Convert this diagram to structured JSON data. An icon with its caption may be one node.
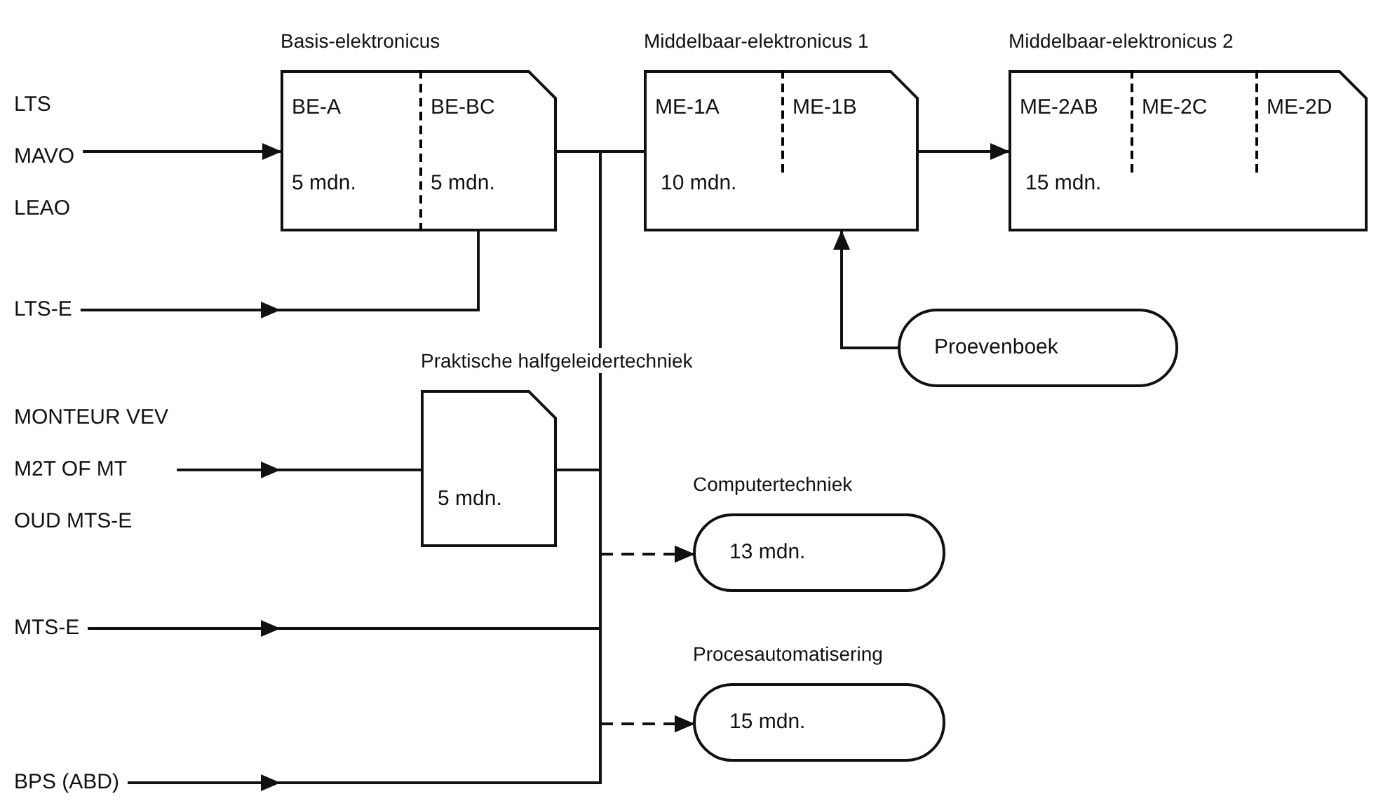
{
  "diagram": {
    "nodes": [
      {
        "text": [
          "LTS",
          "MAVO",
          "LEAO"
        ]
      },
      {
        "text": [],
        "beside": [
          "Basis-elektronicus"
        ],
        "shape": "box"
      },
      {
        "text": [
          "BE-A",
          "5 mdn."
        ],
        "in": 1
      },
      {
        "text": [
          "BE-BC",
          "5 mdn."
        ],
        "in": 1
      },
      {
        "text": [
          "10 mdn."
        ],
        "beside": [
          "Middelbaar-elektronicus 1"
        ]
      },
      {
        "text": [
          "ME-1A"
        ],
        "in": 4
      },
      {
        "text": [
          "ME-1B"
        ],
        "in": 4
      },
      {
        "text": [
          "15 mdn."
        ],
        "beside": [
          "Middelbaar-elektronicus 2"
        ]
      },
      {
        "text": [
          "ME-2AB"
        ],
        "in": 7
      },
      {
        "text": [
          "ME-2C"
        ],
        "in": 7
      },
      {
        "text": [
          "ME-2D"
        ],
        "in": 7
      },
      {
        "text": [
          "LTS-E"
        ]
      },
      {
        "text": [
          "Proevenboek"
        ]
      },
      {
        "text": [
          "MONTEUR VEV",
          "M2T OF MT",
          "OUD MTS-E"
        ]
      },
      {
        "text": [
          "5 mdn."
        ],
        "beside": [
          "Praktische halfgeleidertechniek"
        ]
      },
      {
        "text": [
          "MTS-E"
        ]
      },
      {
        "text": [
          "BPS (ABD)"
        ]
      },
      {
        "text": [
          "13 mdn."
        ],
        "beside": [
          "Computertechniek"
        ]
      },
      {
        "text": [
          "15 mdn."
        ],
        "beside": [
          "Procesautomatisering"
        ]
      }
    ],
    "edges": [
      {
        "from": 0,
        "to": 1,
        "arrow": "to"
      },
      {
        "from": 11,
        "to": 3,
        "arrow": "to"
      },
      {
        "from": 1,
        "to": 4,
        "arrow": "none"
      },
      {
        "from": 13,
        "to": 14,
        "arrow": "to"
      },
      {
        "from": 14,
        "to": 4,
        "arrow": "none"
      },
      {
        "from": 15,
        "to": 4,
        "arrow": "to"
      },
      {
        "from": 16,
        "to": 4,
        "arrow": "to"
      },
      {
        "from": 4,
        "to": 7,
        "arrow": "to"
      },
      {
        "from": 12,
        "to": 6,
        "arrow": "to"
      },
      {
        "from": 1,
        "to": 17,
        "arrow": "to",
        "style": "dashed"
      },
      {
        "from": 14,
        "to": 17,
        "arrow": "to",
        "style": "dashed"
      },
      {
        "from": 15,
        "to": 17,
        "arrow": "to",
        "style": "dashed"
      },
      {
        "from": 16,
        "to": 17,
        "arrow": "to",
        "style": "dashed"
      },
      {
        "from": 1,
        "to": 18,
        "arrow": "to",
        "style": "dashed"
      },
      {
        "from": 14,
        "to": 18,
        "arrow": "to",
        "style": "dashed"
      },
      {
        "from": 15,
        "to": 18,
        "arrow": "to",
        "style": "dashed"
      },
      {
        "from": 16,
        "to": 18,
        "arrow": "to",
        "style": "dashed"
      }
    ]
  }
}
